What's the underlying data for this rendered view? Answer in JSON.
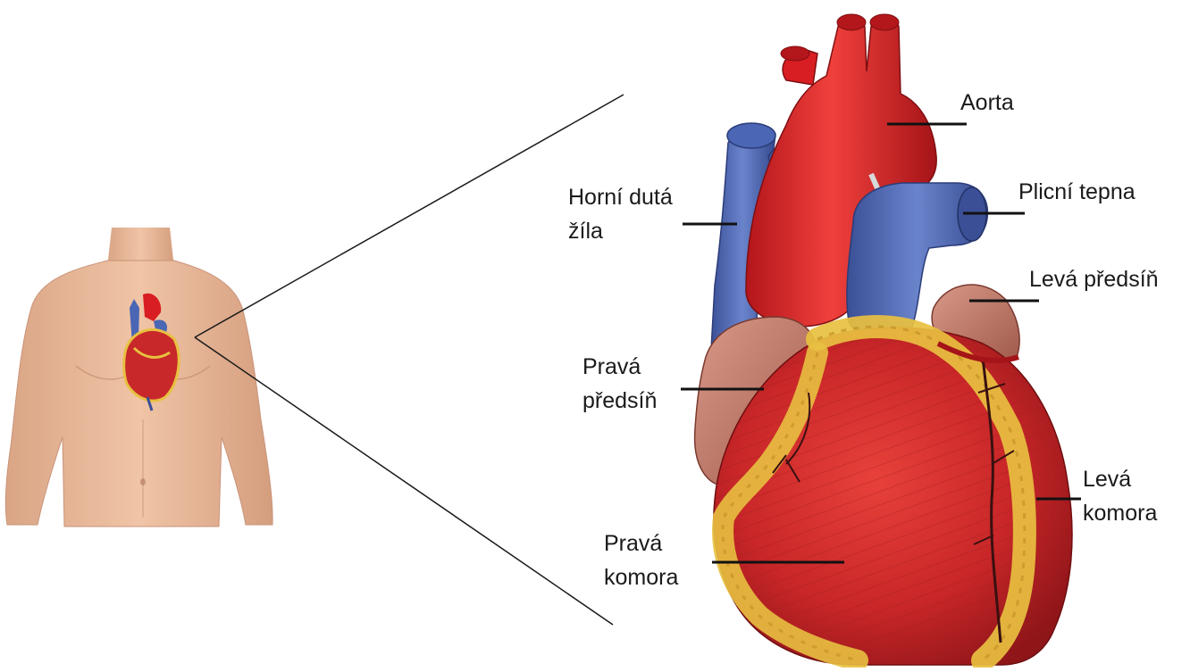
{
  "labels": {
    "aorta": [
      "Aorta"
    ],
    "superior_vena_cava": [
      "Horní dutá",
      "žíla"
    ],
    "pulmonary_artery": [
      "Plicní tepna"
    ],
    "left_atrium": [
      "Levá předsíň"
    ],
    "right_atrium": [
      "Pravá",
      "předsíň"
    ],
    "left_ventricle": [
      "Levá",
      "komora"
    ],
    "right_ventricle": [
      "Pravá",
      "komora"
    ]
  },
  "colors": {
    "skin": "#e8b898",
    "aorta_red": "#d81e22",
    "vein_blue": "#4a66b4",
    "muscle_red": "#c8282a",
    "fat_yellow": "#e8c040",
    "atrium_pink": "#c88070",
    "leader_line": "#111111"
  }
}
